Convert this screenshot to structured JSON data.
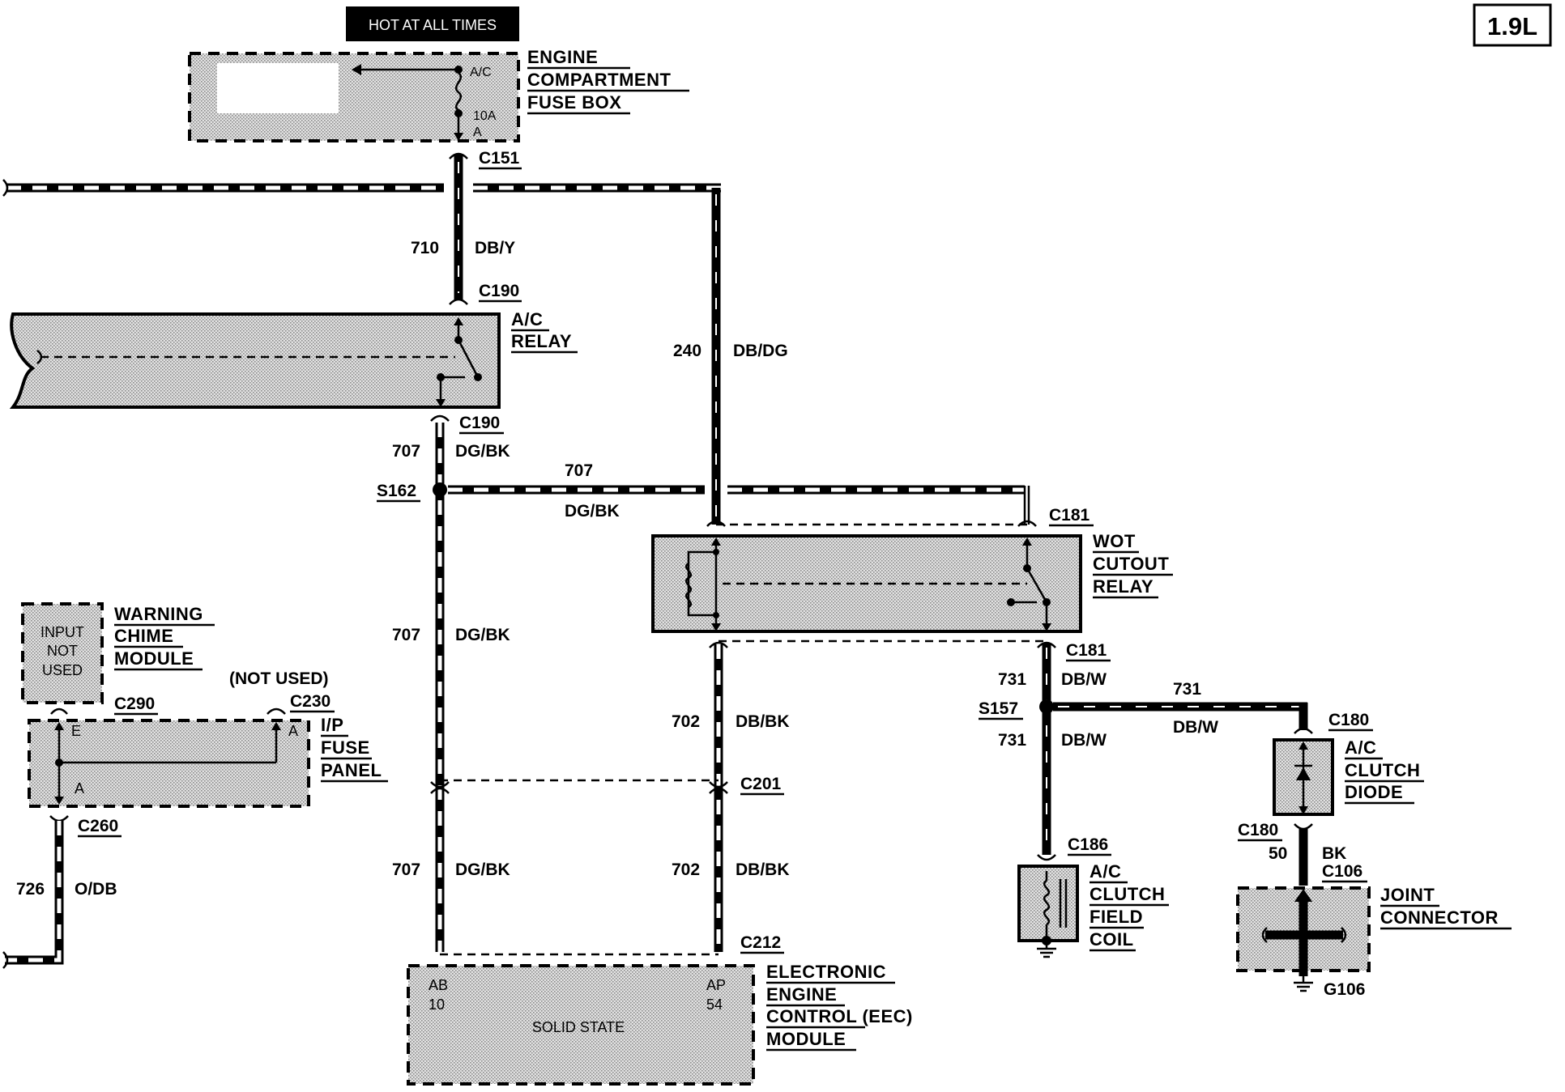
{
  "engine_badge": "1.9L",
  "hot_label": "HOT AT ALL TIMES",
  "components": {
    "engine_fuse_box": [
      "ENGINE",
      "COMPARTMENT",
      "FUSE BOX"
    ],
    "ac_relay": [
      "A/C",
      "RELAY"
    ],
    "wot_relay": [
      "WOT",
      "CUTOUT",
      "RELAY"
    ],
    "warning_chime": [
      "WARNING",
      "CHIME",
      "MODULE"
    ],
    "ip_fuse_panel": [
      "I/P",
      "FUSE",
      "PANEL"
    ],
    "ac_clutch_diode": [
      "A/C",
      "CLUTCH",
      "DIODE"
    ],
    "ac_clutch_coil": [
      "A/C",
      "CLUTCH",
      "FIELD",
      "COIL"
    ],
    "joint_connector": [
      "JOINT",
      "CONNECTOR"
    ],
    "eec_module": [
      "ELECTRONIC",
      "ENGINE",
      "CONTROL (EEC)",
      "MODULE"
    ]
  },
  "box_text": {
    "fuse_ac": "A/C",
    "fuse_10a": "10A",
    "fuse_a": "A",
    "input_not_used": [
      "INPUT",
      "NOT",
      "USED"
    ],
    "ip_e": "E",
    "ip_a_top": "A",
    "ip_a_bottom": "A",
    "solid_state": "SOLID STATE",
    "eec_ab": "AB",
    "eec_10": "10",
    "eec_ap": "AP",
    "eec_54": "54",
    "not_used": "(NOT USED)"
  },
  "connectors": {
    "c151": "C151",
    "c190_top": "C190",
    "c190_bottom": "C190",
    "c181_top": "C181",
    "c181_bottom": "C181",
    "c180_top": "C180",
    "c180_bottom": "C180",
    "c186": "C186",
    "c106": "C106",
    "c201": "C201",
    "c212": "C212",
    "c290": "C290",
    "c230": "C230",
    "c260": "C260",
    "s162": "S162",
    "s157": "S157",
    "g106": "G106"
  },
  "circuits": {
    "w710": {
      "num": "710",
      "color": "DB/Y"
    },
    "w240": {
      "num": "240",
      "color": "DB/DG"
    },
    "w707a": {
      "num": "707",
      "color": "DG/BK"
    },
    "w707h": {
      "num": "707",
      "color": "DG/BK"
    },
    "w707b": {
      "num": "707",
      "color": "DG/BK"
    },
    "w707c": {
      "num": "707",
      "color": "DG/BK"
    },
    "w702a": {
      "num": "702",
      "color": "DB/BK"
    },
    "w702b": {
      "num": "702",
      "color": "DB/BK"
    },
    "w731a": {
      "num": "731",
      "color": "DB/W"
    },
    "w731h": {
      "num": "731",
      "color": "DB/W"
    },
    "w731b": {
      "num": "731",
      "color": "DB/W"
    },
    "w50": {
      "num": "50",
      "color": "BK"
    },
    "w726": {
      "num": "726",
      "color": "O/DB"
    }
  }
}
